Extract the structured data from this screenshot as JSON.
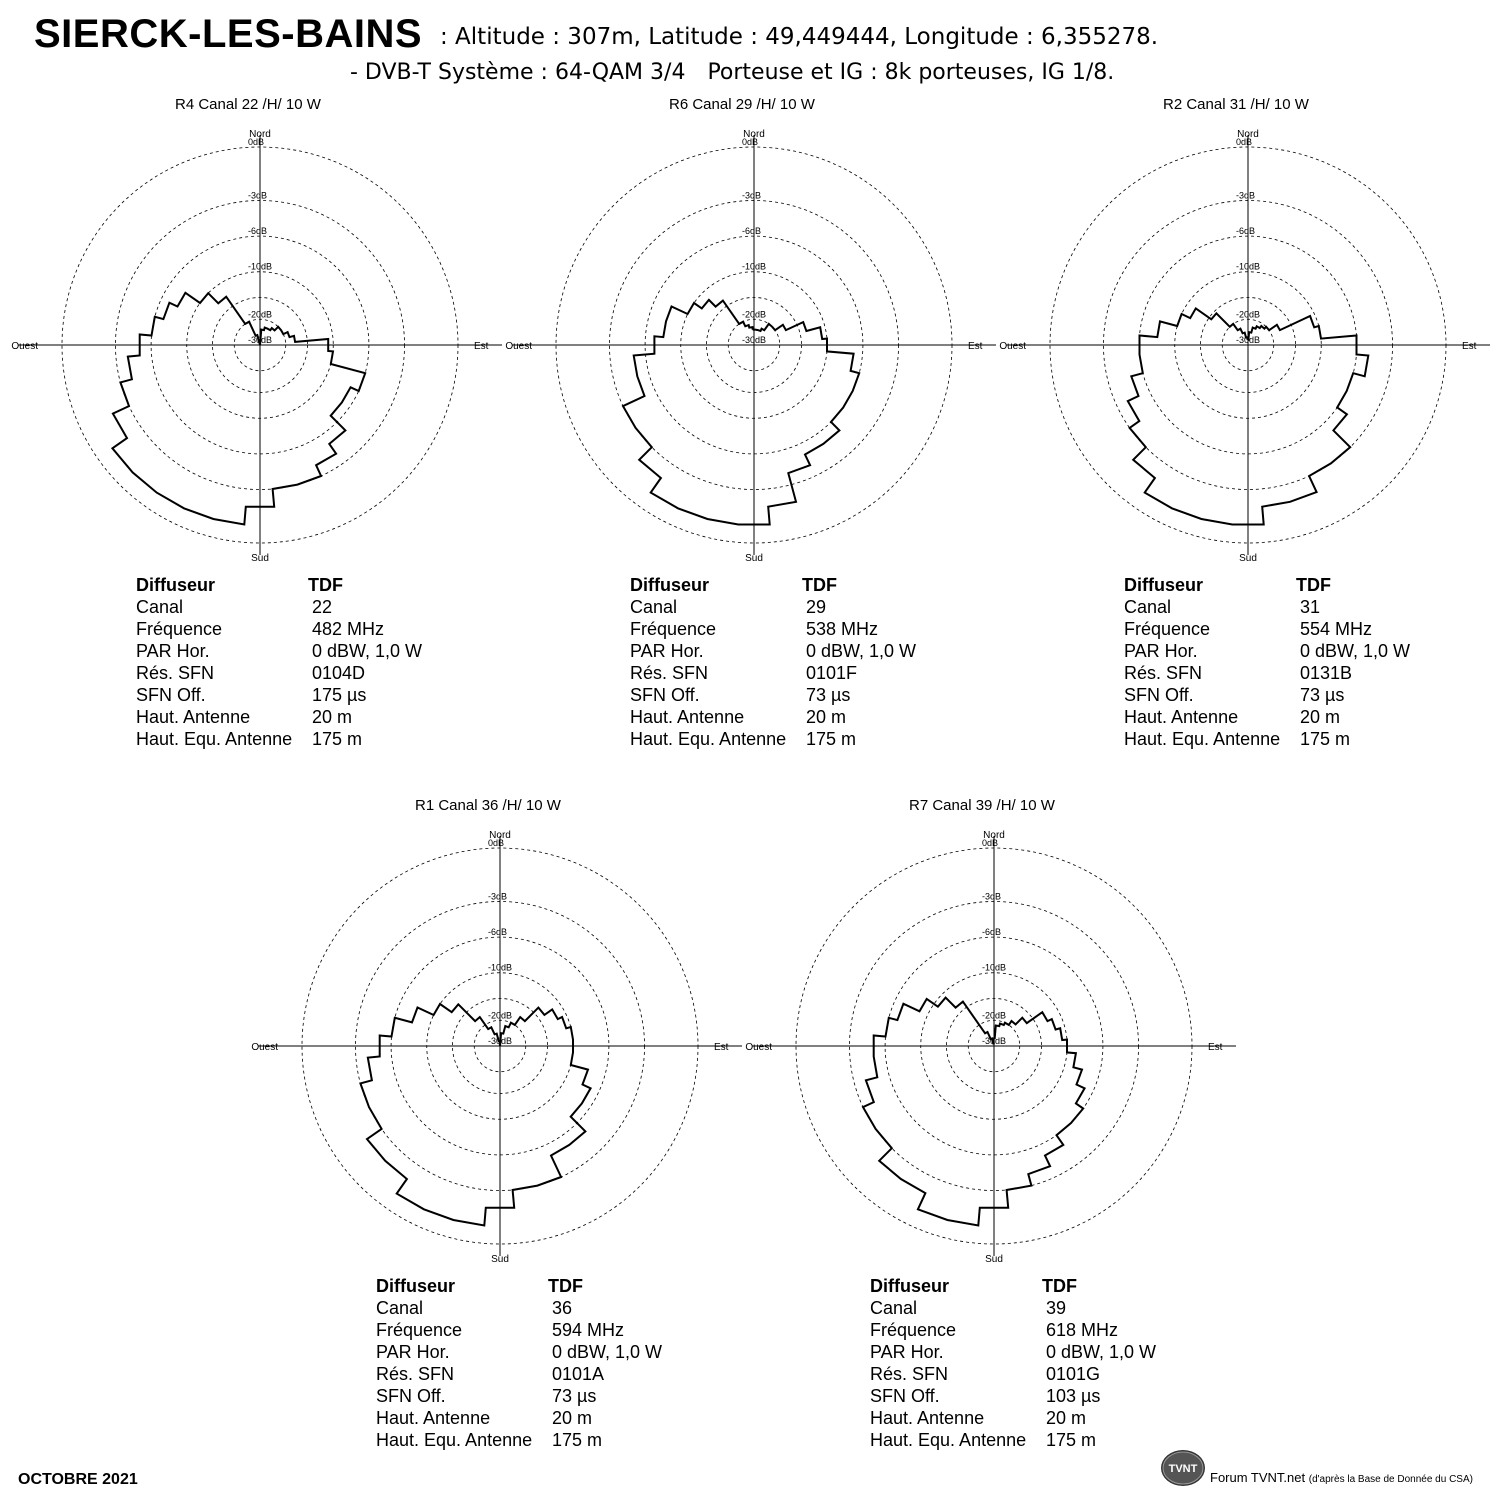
{
  "header": {
    "site": "SIERCK-LES-BAINS",
    "line1": ": Altitude : 307m, Latitude : 49,449444, Longitude : 6,355278.",
    "line2a": "- DVB-T  Système : 64-QAM 3/4",
    "line2b": "Porteuse et IG : 8k porteuses, IG 1/8."
  },
  "polar_labels": {
    "north": "Nord",
    "south": "Sud",
    "east": "Est",
    "west": "Ouest",
    "rings": [
      "0 dB",
      "-3 dB",
      "-6 dB",
      "-10 dB",
      "-20 dB",
      "-30 dB"
    ]
  },
  "info_labels": {
    "diffuseur": "Diffuseur",
    "canal": "Canal",
    "frequence": "Fréquence",
    "par": "PAR Hor.",
    "res": "Rés. SFN",
    "sfnoff": "SFN Off.",
    "haut": "Haut. Antenne",
    "hautequ": "Haut. Equ. Antenne"
  },
  "chart_data": [
    {
      "type": "polar",
      "title": "R4  Canal 22 /H/   10  W",
      "rings_db": [
        0,
        -3,
        -6,
        -10,
        -20,
        -30
      ],
      "azimuth_step_deg": 10,
      "pattern_db": [
        -30,
        -24,
        -23,
        -23,
        -22,
        -20,
        -20,
        -19,
        -18,
        -11,
        -10,
        -6,
        -7,
        -7,
        -5,
        -4,
        -3,
        -3,
        -2,
        -1,
        -1,
        -1,
        -1,
        -1,
        -2,
        -3,
        -4,
        -5,
        -6,
        -7,
        -8,
        -10,
        -13,
        -20,
        -26,
        -30
      ],
      "info": {
        "diffuseur": "TDF",
        "canal": "22",
        "frequence": "482 MHz",
        "par": "0 dBW, 1,0 W",
        "res": "0104D",
        "sfnoff": "175 µs",
        "haut": "20 m",
        "hautequ": "175 m"
      }
    },
    {
      "type": "polar",
      "title": "R6  Canal 29 /H/   10  W",
      "rings_db": [
        0,
        -3,
        -6,
        -10,
        -20,
        -30
      ],
      "azimuth_step_deg": 10,
      "pattern_db": [
        -24,
        -24,
        -24,
        -23,
        -20,
        -20,
        -18,
        -14,
        -11,
        -10,
        -7,
        -6,
        -6,
        -6,
        -5,
        -5,
        -4,
        -2,
        -1,
        -1,
        -1,
        -1,
        -2,
        -3,
        -3,
        -5,
        -5,
        -7,
        -8,
        -8,
        -10,
        -12,
        -14,
        -20,
        -22,
        -23
      ],
      "info": {
        "diffuseur": "TDF",
        "canal": "29",
        "frequence": "538 MHz",
        "par": "0 dBW, 1,0 W",
        "res": "0101F",
        "sfnoff": "73 µs",
        "haut": "20 m",
        "hautequ": "175 m"
      }
    },
    {
      "type": "polar",
      "title": "R2  Canal 31 /H/   10  W",
      "rings_db": [
        0,
        -3,
        -6,
        -10,
        -20,
        -30
      ],
      "azimuth_step_deg": 10,
      "pattern_db": [
        -28,
        -25,
        -23,
        -22,
        -21,
        -20,
        -18,
        -11,
        -10,
        -6,
        -5,
        -6,
        -6,
        -5,
        -3,
        -3,
        -2,
        -2,
        -1,
        -1,
        -1,
        -1,
        -2,
        -3,
        -4,
        -5,
        -6,
        -6,
        -8,
        -10,
        -12,
        -16,
        -20,
        -23,
        -25,
        -27
      ],
      "info": {
        "diffuseur": "TDF",
        "canal": "31",
        "frequence": "554 MHz",
        "par": "0 dBW, 1,0 W",
        "res": "0131B",
        "sfnoff": "73 µs",
        "haut": "20 m",
        "hautequ": "175 m"
      }
    },
    {
      "type": "polar",
      "title": "R1  Canal 36 /H/   10  W",
      "rings_db": [
        0,
        -3,
        -6,
        -10,
        -20,
        -30
      ],
      "azimuth_step_deg": 10,
      "pattern_db": [
        -30,
        -25,
        -22,
        -20,
        -18,
        -14,
        -12,
        -11,
        -10,
        -10,
        -10,
        -8,
        -7,
        -7,
        -5,
        -5,
        -3,
        -3,
        -2,
        -1,
        -1,
        -1,
        -2,
        -2,
        -3,
        -3,
        -4,
        -5,
        -6,
        -8,
        -10,
        -13,
        -18,
        -22,
        -25,
        -28
      ],
      "info": {
        "diffuseur": "TDF",
        "canal": "36",
        "frequence": "594 MHz",
        "par": "0 dBW, 1,0 W",
        "res": "0101A",
        "sfnoff": "73 µs",
        "haut": "20 m",
        "hautequ": "175 m"
      }
    },
    {
      "type": "polar",
      "title": "R7  Canal 39 /H/   10  W",
      "rings_db": [
        0,
        -3,
        -6,
        -10,
        -20,
        -30
      ],
      "azimuth_step_deg": 10,
      "pattern_db": [
        -27,
        -22,
        -21,
        -20,
        -19,
        -17,
        -13,
        -12,
        -11,
        -10,
        -9,
        -8,
        -7,
        -6,
        -6,
        -5,
        -4,
        -3,
        -2,
        -1,
        -1,
        -2,
        -2,
        -3,
        -3,
        -4,
        -5,
        -5,
        -6,
        -7,
        -9,
        -11,
        -14,
        -24,
        -27,
        -29
      ],
      "info": {
        "diffuseur": "TDF",
        "canal": "39",
        "frequence": "618 MHz",
        "par": "0 dBW, 1,0 W",
        "res": "0101G",
        "sfnoff": "103 µs",
        "haut": "20 m",
        "hautequ": "175 m"
      }
    }
  ],
  "footer": {
    "date": "OCTOBRE 2021",
    "logo_text": "TVNT",
    "source_main": "Forum TVNT.net",
    "source_small": "(d'après la Base de Donnée du CSA)"
  }
}
